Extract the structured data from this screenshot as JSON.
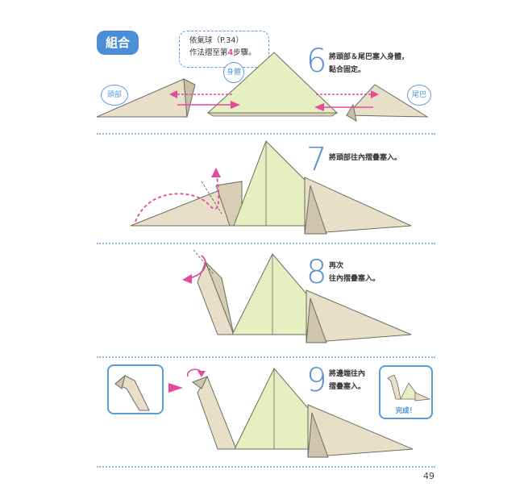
{
  "section": {
    "title": "組合"
  },
  "note": {
    "line1": "依氣球（P.34）",
    "line2_prefix": "作法摺至第",
    "line2_number": "4",
    "line2_suffix": "步驟。"
  },
  "labels": {
    "head": "頭部",
    "body": "身體",
    "tail": "尾巴"
  },
  "steps": [
    {
      "number": "6",
      "line1": "將頭部＆尾巴塞入身體，",
      "line2": "黏合固定。"
    },
    {
      "number": "7",
      "line1": "將頭部往內摺疊塞入。"
    },
    {
      "number": "8",
      "line1": "再次",
      "line2": "往內摺疊塞入。"
    },
    {
      "number": "9",
      "line1": "將邊端往內",
      "line2": "摺疊塞入。"
    }
  ],
  "complete_label": "完成！",
  "page_number": "49",
  "colors": {
    "accent_blue": "#4a8fd6",
    "accent_pink": "#e44a9a",
    "paper_body": "#e6efc0",
    "paper_dark": "#ddd4bf",
    "divider": "#8db8e6"
  }
}
